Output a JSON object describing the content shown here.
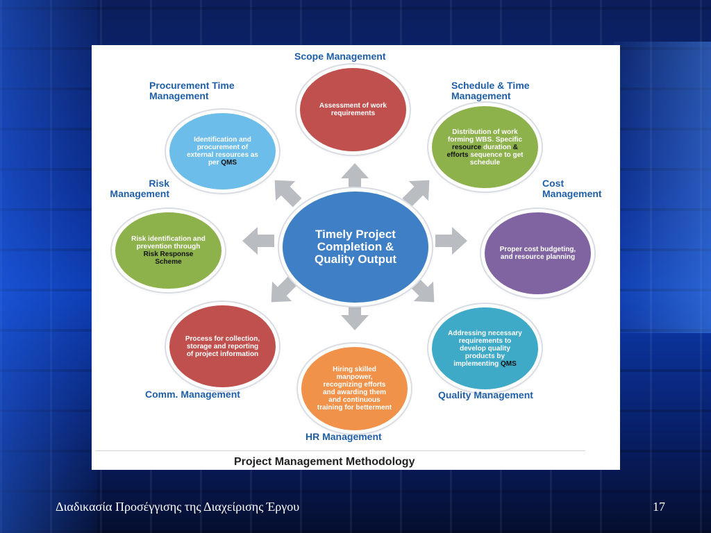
{
  "center": {
    "title": "Timely Project Completion & Quality Output",
    "color": "#3f7fc5"
  },
  "nodes": [
    {
      "id": "scope",
      "label": "Scope Management",
      "color": "#c0504d",
      "parts": [
        {
          "t": "Assessment of work requirements"
        }
      ]
    },
    {
      "id": "schedule",
      "label": "Schedule & Time Management",
      "color": "#8db14b",
      "parts": [
        {
          "t": "Distribution of work forming WBS. Specific "
        },
        {
          "t": "resource",
          "k": true
        },
        {
          "t": " duration "
        },
        {
          "t": "&",
          "k": true
        },
        {
          "t": " "
        },
        {
          "t": "efforts",
          "k": true
        },
        {
          "t": " sequence to get schedule"
        }
      ]
    },
    {
      "id": "cost",
      "label": "Cost Management",
      "color": "#8064a2",
      "parts": [
        {
          "t": "Proper cost budgeting, and resource planning"
        }
      ]
    },
    {
      "id": "quality",
      "label": "Quality Management",
      "color": "#3fa9c8",
      "parts": [
        {
          "t": "Addressing necessary requirements to develop quality products by implementing "
        },
        {
          "t": "QMS",
          "k": true
        }
      ]
    },
    {
      "id": "hr",
      "label": "HR Management",
      "color": "#f0924a",
      "parts": [
        {
          "t": "Hiring skilled manpower, recognizing efforts and awarding them and continuous training for betterment"
        }
      ]
    },
    {
      "id": "comm",
      "label": "Comm. Management",
      "color": "#c0504d",
      "parts": [
        {
          "t": "Process for collection, storage and reporting of project information"
        }
      ]
    },
    {
      "id": "risk",
      "label": "Risk Management",
      "color": "#8db14b",
      "parts": [
        {
          "t": "Risk identification and prevention through "
        },
        {
          "t": "Risk Response Scheme",
          "k": true
        }
      ]
    },
    {
      "id": "procurement",
      "label": "Procurement Time Management",
      "color": "#6cbde9",
      "parts": [
        {
          "t": "Identification and procurement of external resources as per "
        },
        {
          "t": "QMS",
          "k": true
        }
      ]
    }
  ],
  "diagram_caption": "Project Management Methodology",
  "footer": {
    "title": "Διαδικασία Προσέγγισης της Διαχείρισης Έργου",
    "page_number": "17"
  },
  "colors": {
    "label": "#1f5fa8",
    "arrow": "#b9bdc2"
  }
}
